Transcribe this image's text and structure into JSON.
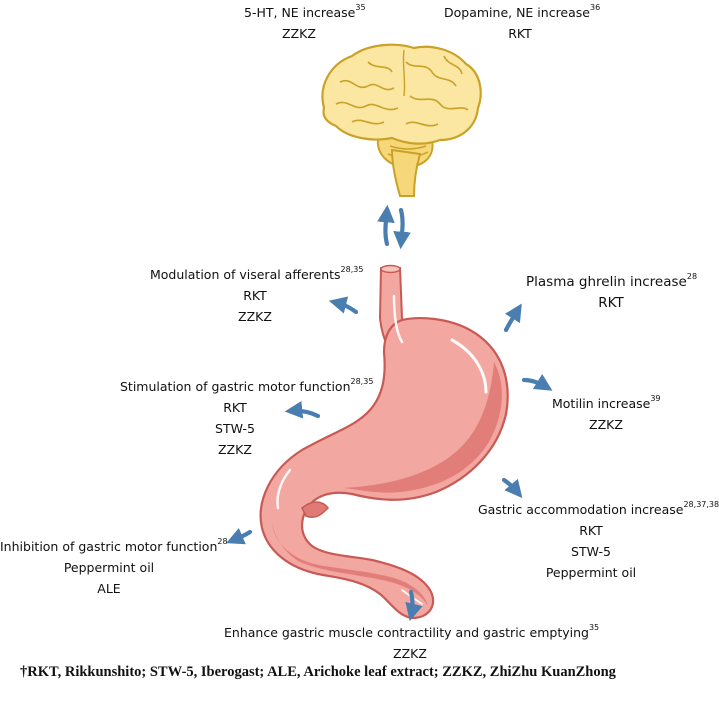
{
  "effects": {
    "brain_left": {
      "title": "5-HT,  NE increase",
      "ref": "35",
      "agents": [
        "ZZKZ"
      ]
    },
    "brain_right": {
      "title": "Dopamine,  NE increase",
      "ref": "36",
      "agents": [
        "RKT"
      ]
    },
    "visceral": {
      "title": "Modulation of viseral afferents",
      "ref": "28,35",
      "agents": [
        "RKT",
        "ZZKZ"
      ]
    },
    "ghrelin": {
      "title": "Plasma ghrelin increase",
      "ref": "28",
      "agents": [
        "RKT"
      ]
    },
    "motor_stim": {
      "title": "Stimulation of gastric motor function",
      "ref": "28,35",
      "agents": [
        "RKT",
        "STW-5",
        "ZZKZ"
      ]
    },
    "motilin": {
      "title": "Motilin increase",
      "ref": "39",
      "agents": [
        "ZZKZ"
      ]
    },
    "accommodation": {
      "title": "Gastric accommodation increase",
      "ref": "28,37,38",
      "agents": [
        "RKT",
        "STW-5",
        "Peppermint oil"
      ]
    },
    "motor_inhib": {
      "title": "Inhibition of gastric motor function",
      "ref": "28",
      "agents": [
        "Peppermint oil",
        "ALE"
      ]
    },
    "emptying": {
      "title": "Enhance gastric muscle contractility and gastric emptying",
      "ref": "35",
      "agents": [
        "ZZKZ"
      ]
    }
  },
  "footnote": "†RKT, Rikkunshito; STW-5, Iberogast; ALE, Arichoke leaf extract; ZZKZ, ZhiZhu KuanZhong",
  "colors": {
    "arrow": "#4a7eb0",
    "stomach_fill": "#f2a7a0",
    "stomach_outline": "#c85a55",
    "stomach_dark": "#e07a74",
    "brain_fill": "#fbe6a2",
    "brain_outline": "#c9a227"
  }
}
